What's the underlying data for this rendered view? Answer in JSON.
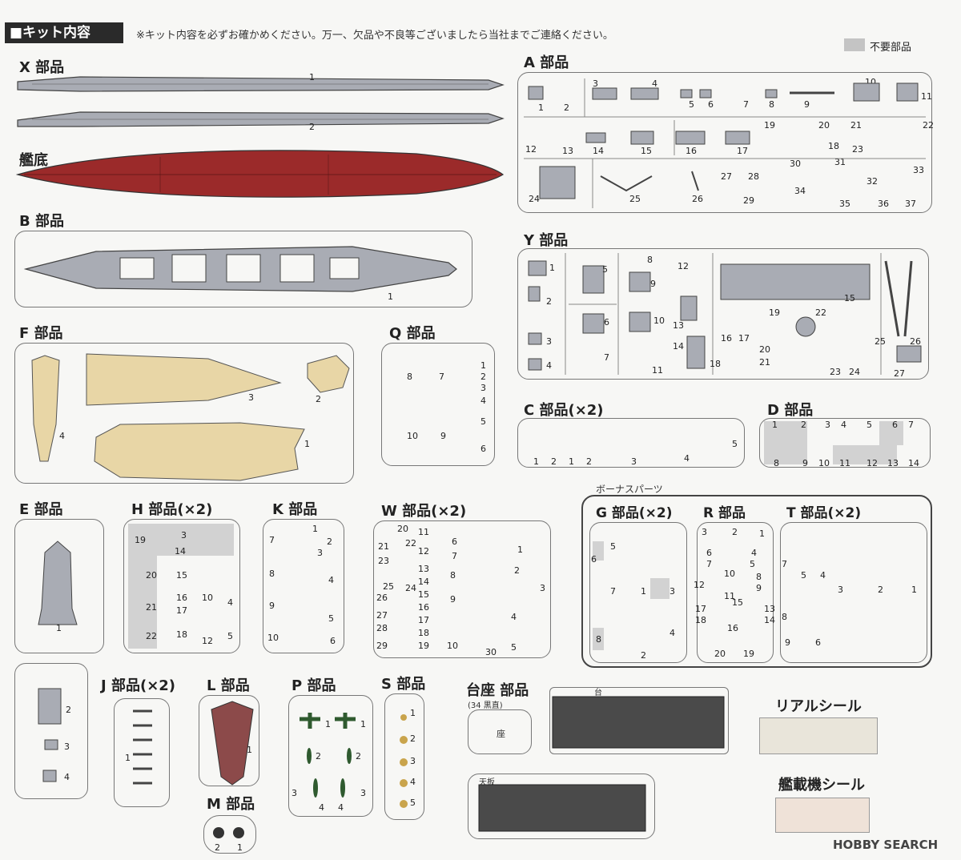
{
  "header": {
    "title": "■キット内容",
    "note": "※キット内容を必ずお確かめください。万一、欠品や不良等ございましたら当社までご連絡ください。",
    "legend": "不要部品"
  },
  "sections": {
    "X": "X 部品",
    "hull": "艦底",
    "B": "B 部品",
    "F": "F 部品",
    "Q": "Q 部品",
    "A": "A 部品",
    "Y": "Y 部品",
    "C": "C 部品(×2)",
    "D": "D 部品",
    "E": "E 部品",
    "H": "H 部品(×2)",
    "K": "K 部品",
    "W": "W 部品(×2)",
    "bonus": "ボーナスパーツ",
    "G": "G 部品(×2)",
    "R": "R 部品",
    "T": "T 部品(×2)",
    "J": "J 部品(×2)",
    "L": "L 部品",
    "M": "M 部品",
    "P": "P 部品",
    "S": "S 部品",
    "stand": "台座 部品",
    "stand_note": "(34 黒直)",
    "stand_base": "台",
    "stand_top": "天板",
    "stand_seat": "座",
    "real_seal": "リアルシール",
    "aircraft_seal": "艦載機シール"
  },
  "nums": {
    "X": [
      "1",
      "2"
    ],
    "B": [
      "1"
    ],
    "F": [
      "1",
      "2",
      "3",
      "4"
    ],
    "Q": [
      "8",
      "7",
      "10",
      "9",
      "1",
      "2",
      "3",
      "4",
      "5",
      "6"
    ],
    "A": [
      "1",
      "2",
      "3",
      "4",
      "5",
      "6",
      "7",
      "8",
      "9",
      "10",
      "11",
      "12",
      "13",
      "14",
      "15",
      "16",
      "17",
      "18",
      "19",
      "20",
      "21",
      "22",
      "23",
      "24",
      "25",
      "26",
      "27",
      "28",
      "29",
      "30",
      "31",
      "32",
      "33",
      "34",
      "35",
      "36",
      "37"
    ],
    "Y": [
      "1",
      "2",
      "3",
      "4",
      "5",
      "6",
      "7",
      "8",
      "9",
      "10",
      "11",
      "12",
      "13",
      "14",
      "15",
      "16",
      "17",
      "18",
      "19",
      "20",
      "21",
      "22",
      "23",
      "24",
      "25",
      "26",
      "27"
    ],
    "C": [
      "1",
      "2",
      "1",
      "2",
      "3",
      "4",
      "5"
    ],
    "D": [
      "1",
      "2",
      "3",
      "4",
      "5",
      "6",
      "7",
      "8",
      "9",
      "10",
      "11",
      "12",
      "13",
      "14"
    ],
    "E": [
      "1"
    ],
    "H": [
      "19",
      "3",
      "14",
      "20",
      "15",
      "21",
      "22",
      "16",
      "17",
      "18",
      "10",
      "4",
      "12",
      "5"
    ],
    "K": [
      "1",
      "2",
      "3",
      "4",
      "5",
      "6",
      "7",
      "8",
      "9",
      "10"
    ],
    "W": [
      "20",
      "21",
      "22",
      "23",
      "24",
      "25",
      "26",
      "27",
      "28",
      "29",
      "11",
      "12",
      "13",
      "14",
      "15",
      "16",
      "17",
      "18",
      "19",
      "10",
      "30",
      "6",
      "7",
      "8",
      "9",
      "1",
      "2",
      "3",
      "4",
      "5"
    ],
    "G": [
      "6",
      "5",
      "7",
      "1",
      "3",
      "4",
      "8",
      "2"
    ],
    "R": [
      "3",
      "2",
      "1",
      "6",
      "4",
      "7",
      "5",
      "10",
      "8",
      "12",
      "11",
      "9",
      "15",
      "17",
      "13",
      "18",
      "14",
      "16",
      "20",
      "19"
    ],
    "T": [
      "7",
      "5",
      "4",
      "3",
      "2",
      "1",
      "8",
      "9",
      "6"
    ],
    "J": [
      "1"
    ],
    "L": [
      "1"
    ],
    "M": [
      "2",
      "1"
    ],
    "P": [
      "1",
      "1",
      "2",
      "2",
      "3",
      "3",
      "4",
      "4"
    ],
    "S": [
      "1",
      "2",
      "3",
      "4",
      "5"
    ],
    "EB": [
      "2",
      "3",
      "4"
    ]
  },
  "watermark": "HOBBY SEARCH",
  "colors": {
    "gray_part": "#a9acb4",
    "hull_red": "#9b2a2a",
    "deck_tan": "#e8d6a6",
    "unneeded": "#c4c4c4",
    "darkbox": "#4a4a4a"
  }
}
